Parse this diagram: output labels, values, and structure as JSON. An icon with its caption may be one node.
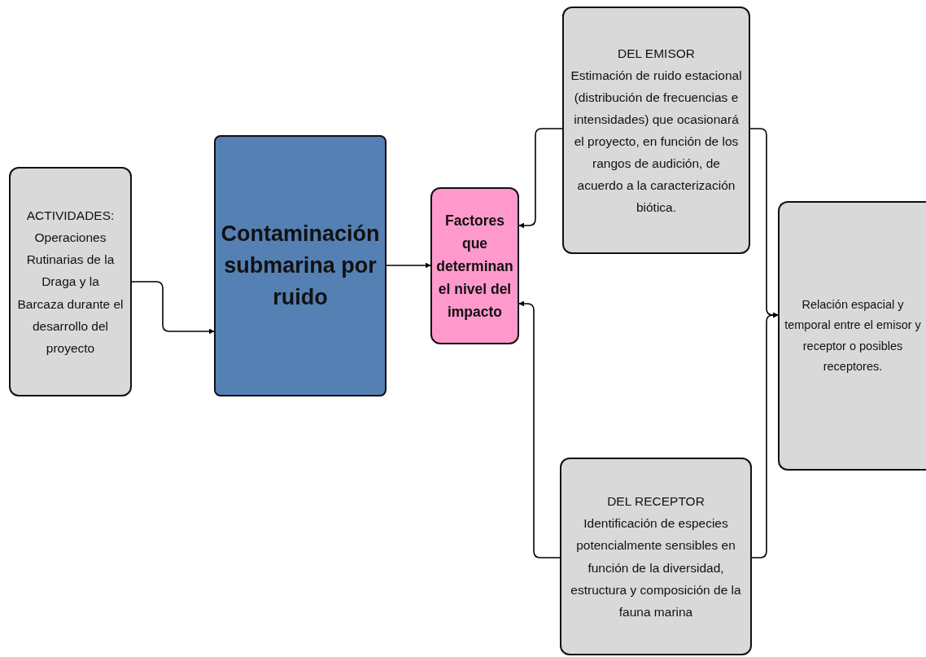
{
  "diagram": {
    "nodes": [
      {
        "text": [
          "ACTIVIDADES: Operaciones Rutinarias de la Draga y la Barcaza durante el desarrollo del proyecto"
        ]
      },
      {
        "text": [
          "Contaminación submarina por ruido"
        ]
      },
      {
        "text": [
          "Factores que determinan el nivel del impacto"
        ]
      },
      {
        "text": [
          "DEL EMISOR",
          "Estimación de ruido estacional (distribución de frecuencias e intensidades) que ocasionará el proyecto, en función de los rangos de audición, de acuerdo a la caracterización biótica."
        ]
      },
      {
        "text": [
          "DEL RECEPTOR",
          "Identificación de especies potencialmente sensibles en función de la diversidad, estructura y composición de la fauna marina"
        ]
      },
      {
        "text": [
          "Relación espacial y temporal entre el emisor y receptor o posibles receptores."
        ]
      }
    ],
    "edges": [
      {
        "from": 0,
        "to": 1,
        "arrow": "to"
      },
      {
        "from": 1,
        "to": 2,
        "arrow": "to"
      },
      {
        "from": 3,
        "to": 2,
        "arrow": "to"
      },
      {
        "from": 4,
        "to": 2,
        "arrow": "to"
      },
      {
        "from": 3,
        "to": 5,
        "arrow": "to"
      },
      {
        "from": 4,
        "to": 5,
        "arrow": "to"
      }
    ]
  }
}
